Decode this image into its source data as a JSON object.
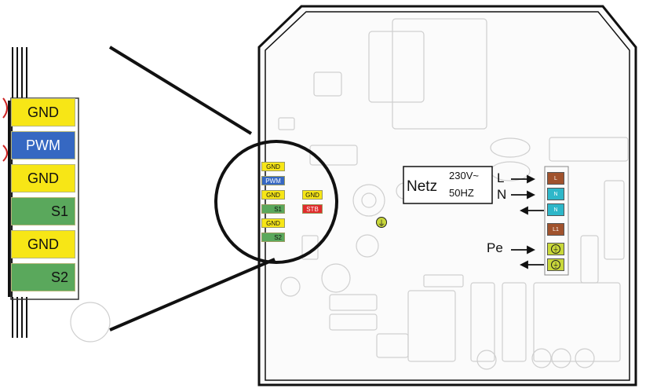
{
  "zoom_terminals": [
    "GND",
    "PWM",
    "GND",
    "S1",
    "GND",
    "S2"
  ],
  "small_terminals": [
    "GND",
    "PWM",
    "GND",
    "S1",
    "GND",
    "S2"
  ],
  "side_terminals": [
    "GND",
    "STB"
  ],
  "mains": {
    "label": "Netz",
    "voltage": "230V~",
    "frequency": "50HZ",
    "L": "L",
    "N": "N",
    "Pe": "Pe"
  },
  "mains_terminals": [
    "L",
    "N",
    "N",
    "L1"
  ],
  "colors": {
    "gnd": "#f7e616",
    "pwm": "#3668c2",
    "signal": "#5aa85c",
    "stb": "#e02c2c",
    "phase": "#a0522d",
    "neutral": "#2eb7c9",
    "earth": "#c9d83a"
  }
}
